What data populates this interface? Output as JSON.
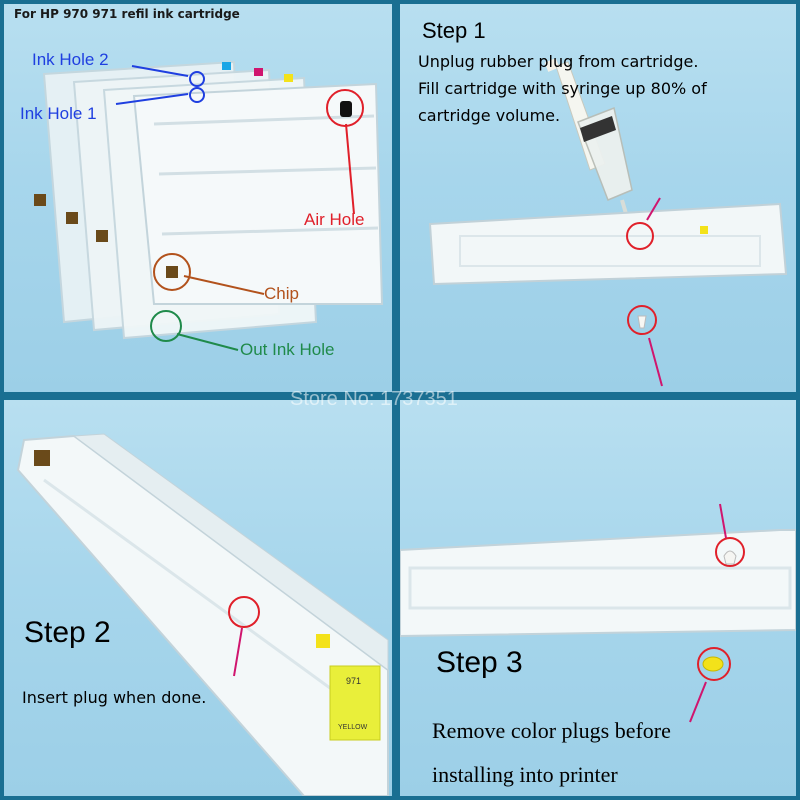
{
  "panel1": {
    "title": "For HP 970 971 refil ink cartridge",
    "labels": {
      "ink_hole_2": "Ink Hole 2",
      "ink_hole_1": "Ink Hole 1",
      "air_hole": "Air Hole",
      "chip": "Chip",
      "out_ink_hole": "Out Ink Hole"
    }
  },
  "panel2": {
    "step": "Step 1",
    "lines": [
      "Unplug rubber plug from cartridge.",
      "Fill cartridge with syringe up 80% of",
      "cartridge volume."
    ]
  },
  "panel3": {
    "step": "Step 2",
    "desc": "Insert plug when done.",
    "label": {
      "model": "971",
      "color": "YELLOW"
    }
  },
  "panel4": {
    "step": "Step 3",
    "lines": [
      "Remove color plugs before",
      "installing into printer"
    ]
  },
  "watermark": "Store No: 1737351",
  "colors": {
    "frame": "#1a6f92",
    "label_blue": "#1f3fe0",
    "label_red": "#e0202a",
    "label_brown": "#b2521c",
    "label_green": "#1f8a4a",
    "ink_yellow": "#f3e21a",
    "ink_magenta": "#d0156e",
    "ink_cyan": "#1aa6e6"
  }
}
